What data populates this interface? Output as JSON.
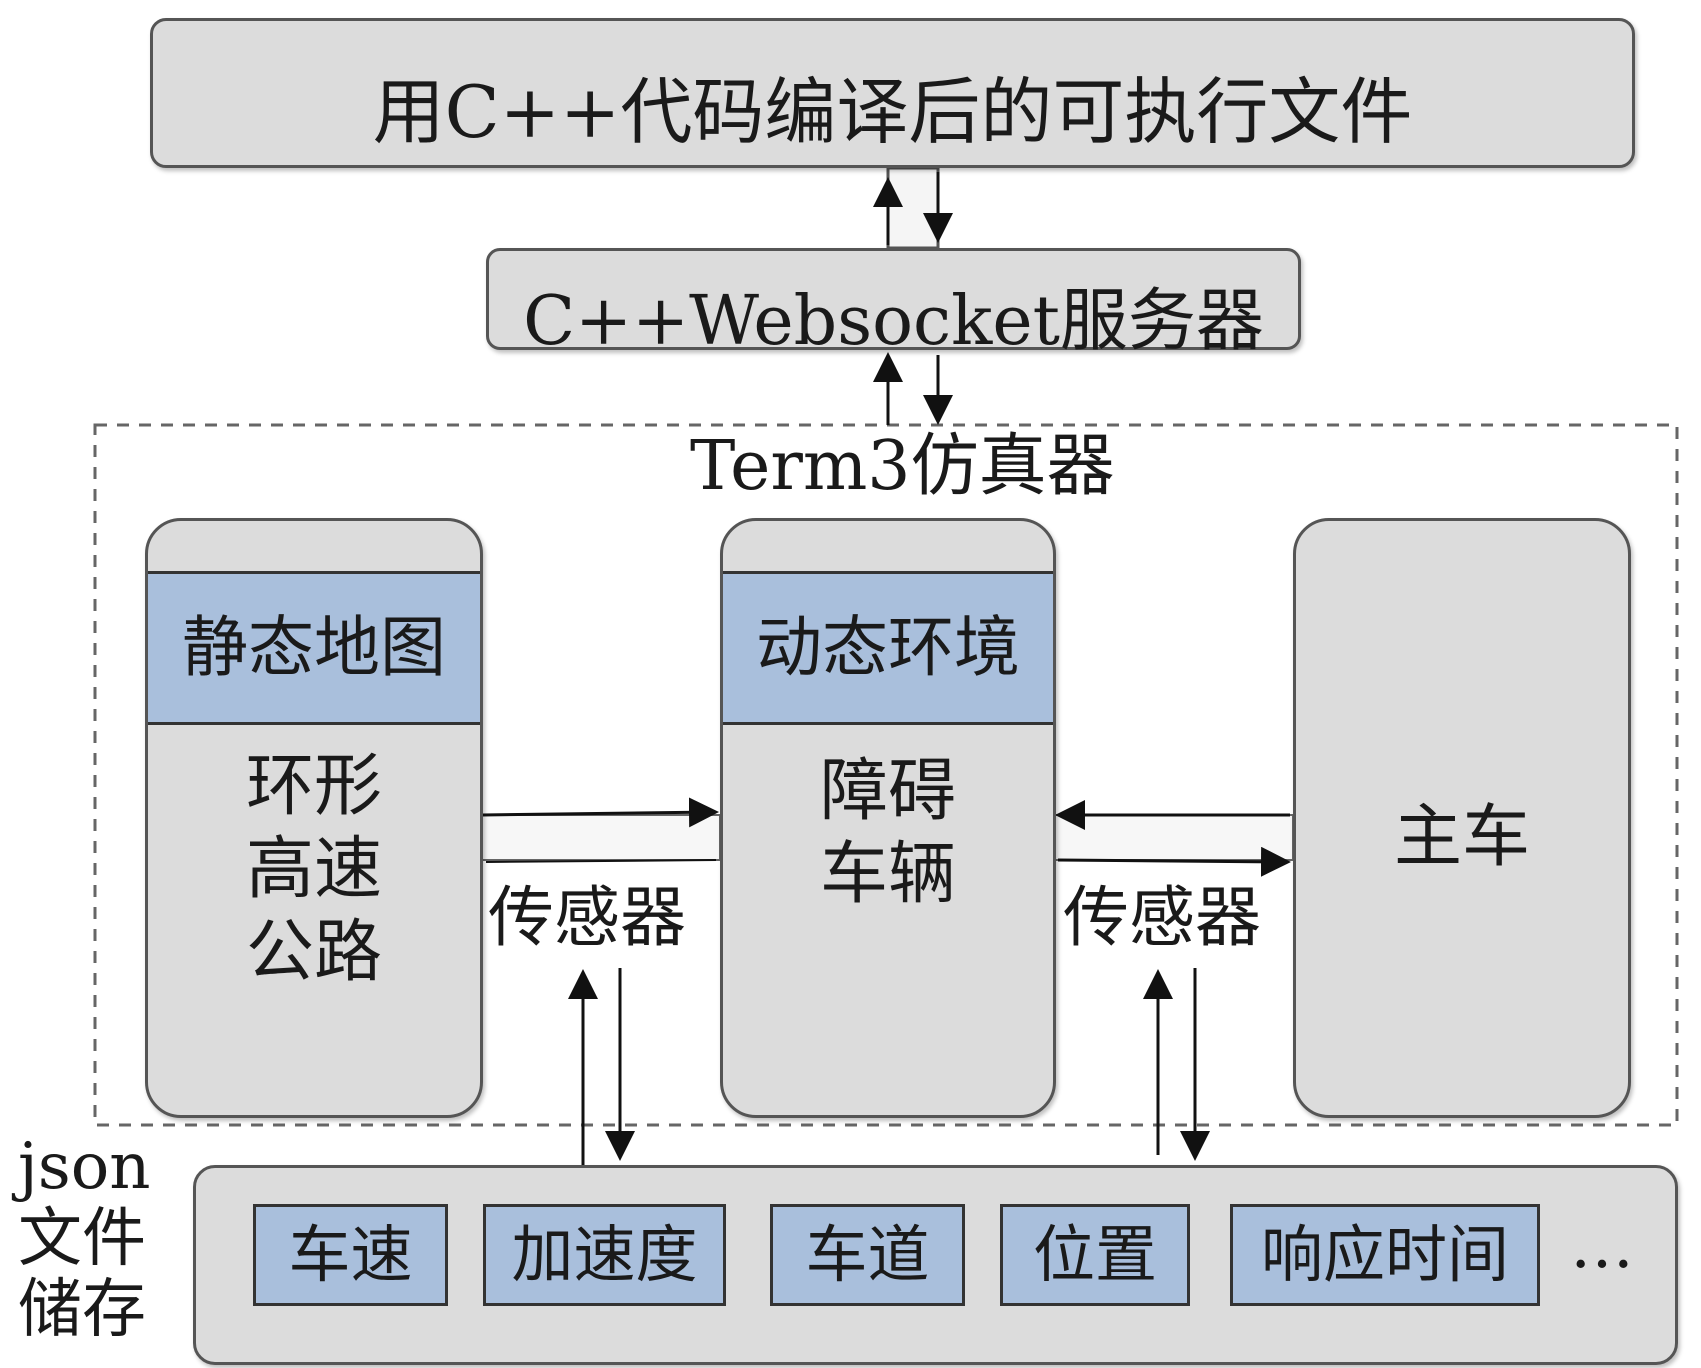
{
  "top_box": {
    "label": "用C++代码编译后的可执行文件"
  },
  "server_box": {
    "label": "C++Websocket服务器"
  },
  "simulator": {
    "title": "Term3仿真器",
    "static_map": {
      "header": "静态地图",
      "body": "环形\n高速\n公路"
    },
    "dynamic_env": {
      "header": "动态环境",
      "body": "障碍\n车辆"
    },
    "main_vehicle": {
      "label": "主车"
    },
    "sensor_left": "传感器",
    "sensor_right": "传感器"
  },
  "storage": {
    "title": "json\n文件\n储存",
    "fields": [
      "车速",
      "加速度",
      "车道",
      "位置",
      "响应时间"
    ],
    "ellipsis": "…"
  }
}
